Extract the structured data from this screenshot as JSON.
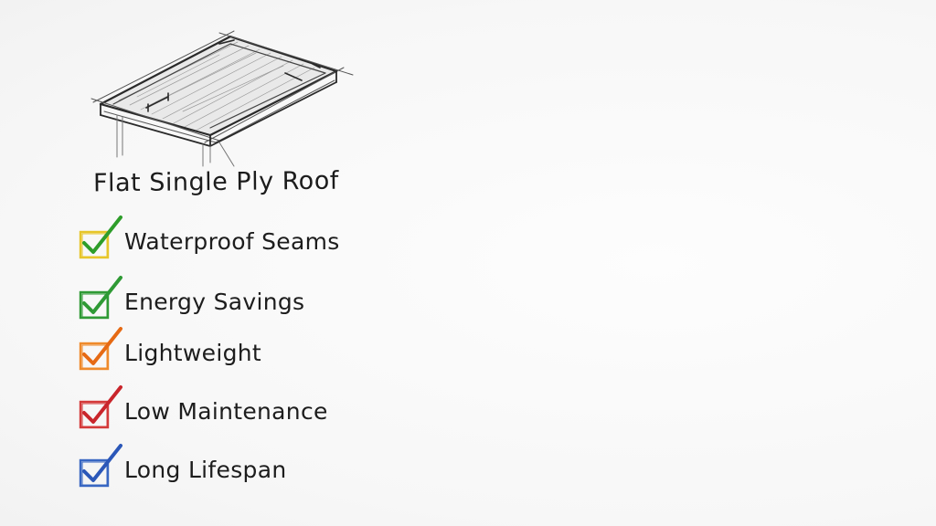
{
  "title": "Flat Single Ply Roof",
  "benefits": [
    {
      "label": "Waterproof Seams",
      "color": "#e7c62b",
      "check_color": "#2e9d2a",
      "icon": "check-icon"
    },
    {
      "label": "Energy Savings",
      "color": "#2f9a35",
      "check_color": "#2f9a35",
      "icon": "check-icon"
    },
    {
      "label": "Lightweight",
      "color": "#ef8a2b",
      "check_color": "#e66a14",
      "icon": "check-icon"
    },
    {
      "label": "Low Maintenance",
      "color": "#d43a3a",
      "check_color": "#c9252b",
      "icon": "check-icon"
    },
    {
      "label": "Long Lifespan",
      "color": "#3866c2",
      "check_color": "#2b57b8",
      "icon": "check-icon"
    }
  ],
  "illustration": {
    "icon": "flat-roof-sketch-icon"
  }
}
